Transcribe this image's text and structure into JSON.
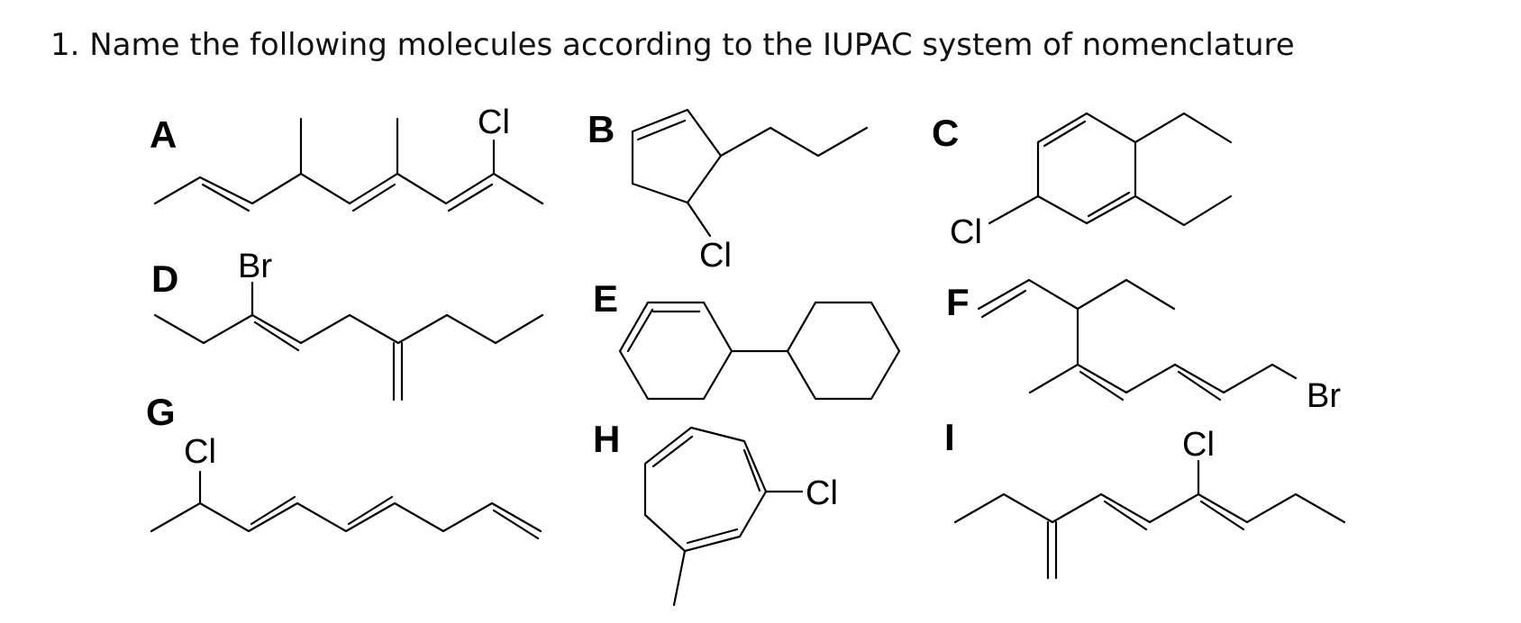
{
  "question": "1. Name the following molecules according to the IUPAC system of nomenclature",
  "molecules": [
    {
      "letter": "A",
      "atoms": [
        "Cl"
      ]
    },
    {
      "letter": "B",
      "atoms": [
        "Cl"
      ]
    },
    {
      "letter": "C",
      "atoms": [
        "Cl"
      ]
    },
    {
      "letter": "D",
      "atoms": [
        "Br"
      ]
    },
    {
      "letter": "E",
      "atoms": []
    },
    {
      "letter": "F",
      "atoms": [
        "Br"
      ]
    },
    {
      "letter": "G",
      "atoms": [
        "Cl"
      ]
    },
    {
      "letter": "H",
      "atoms": [
        "Cl"
      ]
    },
    {
      "letter": "I",
      "atoms": [
        "Cl"
      ]
    }
  ]
}
